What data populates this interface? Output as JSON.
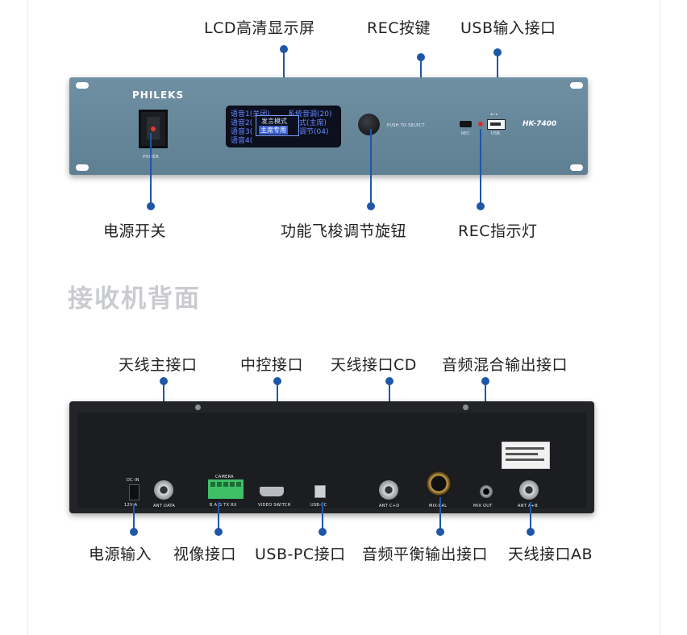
{
  "front_labels": {
    "lcd": "LCD高清显示屏",
    "rec_key": "REC按键",
    "usb_in": "USB输入接口",
    "power_switch": "电源开关",
    "knob": "功能飞梭调节旋钮",
    "rec_light": "REC指示灯"
  },
  "front_panel": {
    "brand": "PHILEKS",
    "power": "POWER",
    "push": "PUSH TO SELECT",
    "rec": "REC",
    "usb": "USB",
    "model": "HK-7400",
    "lcd_lines": [
      "语音1(关闭)",
      "语音2(",
      "语音3(",
      "语音4(",
      "系统音调(20)",
      "式(主席)",
      "调节(04)"
    ],
    "lcd_popup_title": "发言模式",
    "lcd_popup_selected": "主席专用"
  },
  "section_title": "接收机背面",
  "rear_labels": {
    "ant_main": "天线主接口",
    "central": "中控接口",
    "ant_cd": "天线接口CD",
    "mix_out": "音频混合输出接口",
    "dc_in": "电源输入",
    "video": "视像接口",
    "usb_pc": "USB-PC接口",
    "balanced": "音频平衡输出接口",
    "ant_ab": "天线接口AB"
  },
  "rear_panel": {
    "dc_in": "DC IN",
    "dc_spec": "12V   A",
    "ant_data": "ANT DATA",
    "camera": "CAMERA",
    "camera_pins": "B  A  G  TX  RX",
    "video_switch": "VIDEO SWITCH",
    "usb_pc": "USB-PC",
    "ant_cd": "ANT C+D",
    "mix_bal": "MIX-BAL",
    "mix_out": "MIX OUT",
    "ant_ab": "ANT A+B"
  },
  "colors": {
    "accent": "#1f56a8",
    "front_panel": "#6a8a9d",
    "rear_panel": "#232427"
  }
}
